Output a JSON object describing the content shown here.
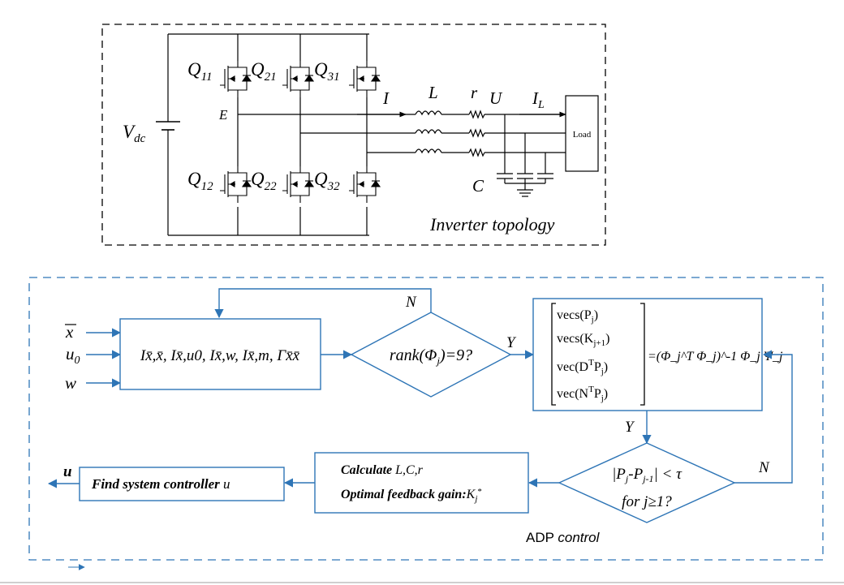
{
  "topology": {
    "caption": "Inverter topology",
    "vdc_main": "V",
    "vdc_sub": "dc",
    "node_e": "E",
    "switches_top": [
      {
        "main": "Q",
        "sub": "11"
      },
      {
        "main": "Q",
        "sub": "21"
      },
      {
        "main": "Q",
        "sub": "31"
      }
    ],
    "switches_bottom": [
      {
        "main": "Q",
        "sub": "12"
      },
      {
        "main": "Q",
        "sub": "22"
      },
      {
        "main": "Q",
        "sub": "32"
      }
    ],
    "label_i": "I",
    "label_l": "L",
    "label_r": "r",
    "label_u": "U",
    "label_il_main": "I",
    "label_il_sub": "L",
    "label_c": "C",
    "load": "Load"
  },
  "adp": {
    "caption_prefix": "ADP",
    "caption_suffix": "control",
    "inputs": [
      {
        "text": "x"
      },
      {
        "text": "u",
        "sub": "0"
      },
      {
        "text": "w"
      }
    ],
    "block1_text": "Ix̄,x̄, Ix̄,u0, Ix̄,w, Ix̄,m, Γx̄x̄",
    "decision1": {
      "left": "rank(",
      "phi": "Φ",
      "sub": "j",
      "right": ")=9?"
    },
    "label_n_top": "N",
    "label_y_mid": "Y",
    "vector": [
      "vecs(P",
      "vecs(K",
      "vec(D",
      "vec(N"
    ],
    "vector_subs": [
      "j",
      "j+1",
      "j",
      "j"
    ],
    "equation": "=(Φ_j^T Φ_j)^-1 Φ_j Ψ_j",
    "label_y_down": "Y",
    "decision2": {
      "line1_main": "|P",
      "line1_rest": "| < τ",
      "line2": "for j≥1?"
    },
    "label_n_right": "N",
    "calc_label": "Calculate",
    "calc_vars": "L,C,r",
    "gain_label": "Optimal feedback gain:",
    "gain_var": "K",
    "gain_sub": "j",
    "find_label": "Find system controller",
    "find_var": "u",
    "output": "u"
  }
}
